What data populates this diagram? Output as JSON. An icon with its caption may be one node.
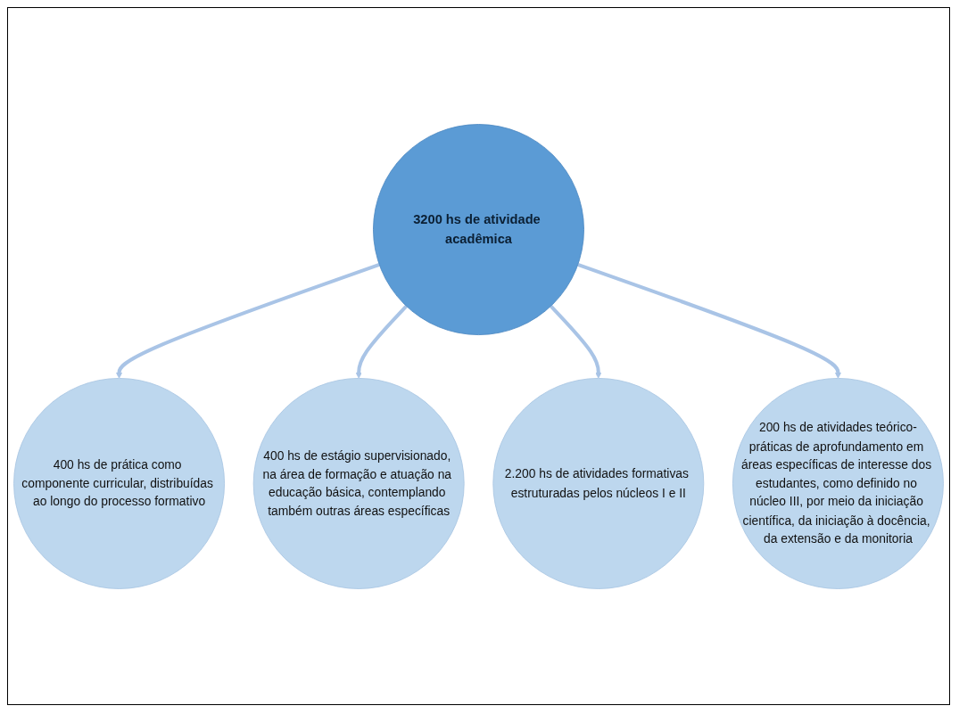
{
  "diagram": {
    "nodes": [
      {
        "text": [
          "3200 hs de atividade acadêmica"
        ]
      },
      {
        "text": [
          "400 hs de prática como componente curricular, distribuídas ao longo do processo formativo"
        ]
      },
      {
        "text": [
          "400 hs de estágio supervisionado, na área de formação e atuação na educação básica, contemplando também outras áreas específicas"
        ]
      },
      {
        "text": [
          "2.200 hs de atividades formativas estruturadas pelos núcleos I e II"
        ]
      },
      {
        "text": [
          "200 hs de atividades teórico-práticas de aprofundamento em áreas específicas de interesse dos estudantes, como definido no núcleo III, por meio da iniciação científica, da iniciação à docência, da extensão e da monitoria"
        ]
      }
    ],
    "edges": [
      {
        "from": 0,
        "to": 1,
        "arrow": "to"
      },
      {
        "from": 0,
        "to": 2,
        "arrow": "to"
      },
      {
        "from": 0,
        "to": 3,
        "arrow": "to"
      },
      {
        "from": 0,
        "to": 4,
        "arrow": "to"
      }
    ]
  }
}
